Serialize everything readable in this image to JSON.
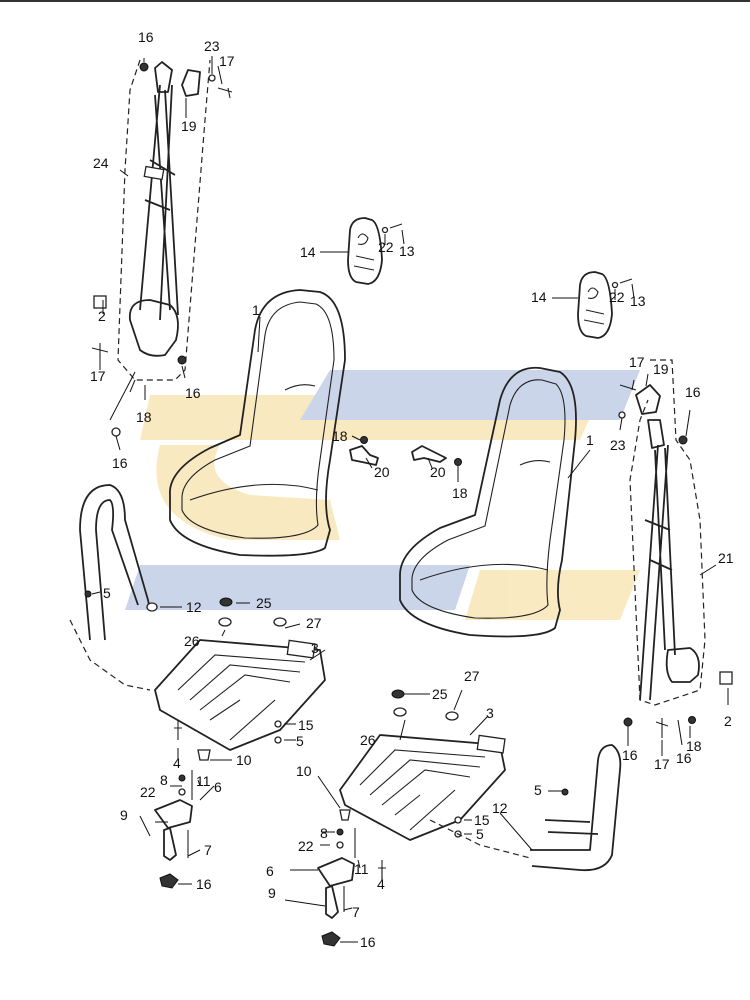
{
  "diagram": {
    "watermark_colors": {
      "blue": "#9fb3d9",
      "gold": "#f5d890"
    },
    "callouts": [
      {
        "id": "c16-top",
        "text": "16"
      },
      {
        "id": "c23-top",
        "text": "23"
      },
      {
        "id": "c17-top",
        "text": "17"
      },
      {
        "id": "c19-left",
        "text": "19"
      },
      {
        "id": "c24",
        "text": "24"
      },
      {
        "id": "c2-left",
        "text": "2"
      },
      {
        "id": "c17-left",
        "text": "17"
      },
      {
        "id": "c18-left",
        "text": "18"
      },
      {
        "id": "c16-left-mid",
        "text": "16"
      },
      {
        "id": "c16-left-low",
        "text": "16"
      },
      {
        "id": "c14-left",
        "text": "14"
      },
      {
        "id": "c22-left",
        "text": "22"
      },
      {
        "id": "c13-left",
        "text": "13"
      },
      {
        "id": "c1-left",
        "text": "1"
      },
      {
        "id": "c18-mid-left",
        "text": "18"
      },
      {
        "id": "c20-mid-left",
        "text": "20"
      },
      {
        "id": "c20-mid-right",
        "text": "20"
      },
      {
        "id": "c18-mid-right",
        "text": "18"
      },
      {
        "id": "c1-right",
        "text": "1"
      },
      {
        "id": "c14-right",
        "text": "14"
      },
      {
        "id": "c22-right",
        "text": "22"
      },
      {
        "id": "c13-right",
        "text": "13"
      },
      {
        "id": "c17-right",
        "text": "17"
      },
      {
        "id": "c19-right",
        "text": "19"
      },
      {
        "id": "c16-right-top",
        "text": "16"
      },
      {
        "id": "c23-right",
        "text": "23"
      },
      {
        "id": "c21",
        "text": "21"
      },
      {
        "id": "c2-right",
        "text": "2"
      },
      {
        "id": "c16-right-low1",
        "text": "16"
      },
      {
        "id": "c17-right-low",
        "text": "17"
      },
      {
        "id": "c16-right-low2",
        "text": "16"
      },
      {
        "id": "c18-right-low",
        "text": "18"
      },
      {
        "id": "c5-left",
        "text": "5"
      },
      {
        "id": "c12-left",
        "text": "12"
      },
      {
        "id": "c25-left",
        "text": "25"
      },
      {
        "id": "c26-left",
        "text": "26"
      },
      {
        "id": "c27-left",
        "text": "27"
      },
      {
        "id": "c3-left",
        "text": "3"
      },
      {
        "id": "c15-left",
        "text": "15"
      },
      {
        "id": "c5-left-low",
        "text": "5"
      },
      {
        "id": "c4-left",
        "text": "4"
      },
      {
        "id": "c10-left",
        "text": "10"
      },
      {
        "id": "c8-left",
        "text": "8"
      },
      {
        "id": "c11-left",
        "text": "11"
      },
      {
        "id": "c6-left",
        "text": "6"
      },
      {
        "id": "c22-left-low",
        "text": "22"
      },
      {
        "id": "c9-left",
        "text": "9"
      },
      {
        "id": "c7-left",
        "text": "7"
      },
      {
        "id": "c16-left-bottom",
        "text": "16"
      },
      {
        "id": "c25-right",
        "text": "25"
      },
      {
        "id": "c27-right",
        "text": "27"
      },
      {
        "id": "c26-right",
        "text": "26"
      },
      {
        "id": "c3-right",
        "text": "3"
      },
      {
        "id": "c10-right",
        "text": "10"
      },
      {
        "id": "c5-right",
        "text": "5"
      },
      {
        "id": "c12-right",
        "text": "12"
      },
      {
        "id": "c15-right",
        "text": "15"
      },
      {
        "id": "c5-right-low",
        "text": "5"
      },
      {
        "id": "c8-right",
        "text": "8"
      },
      {
        "id": "c22-right-low",
        "text": "22"
      },
      {
        "id": "c11-right",
        "text": "11"
      },
      {
        "id": "c4-right",
        "text": "4"
      },
      {
        "id": "c6-right",
        "text": "6"
      },
      {
        "id": "c9-right",
        "text": "9"
      },
      {
        "id": "c7-right",
        "text": "7"
      },
      {
        "id": "c16-right-bottom",
        "text": "16"
      }
    ]
  }
}
